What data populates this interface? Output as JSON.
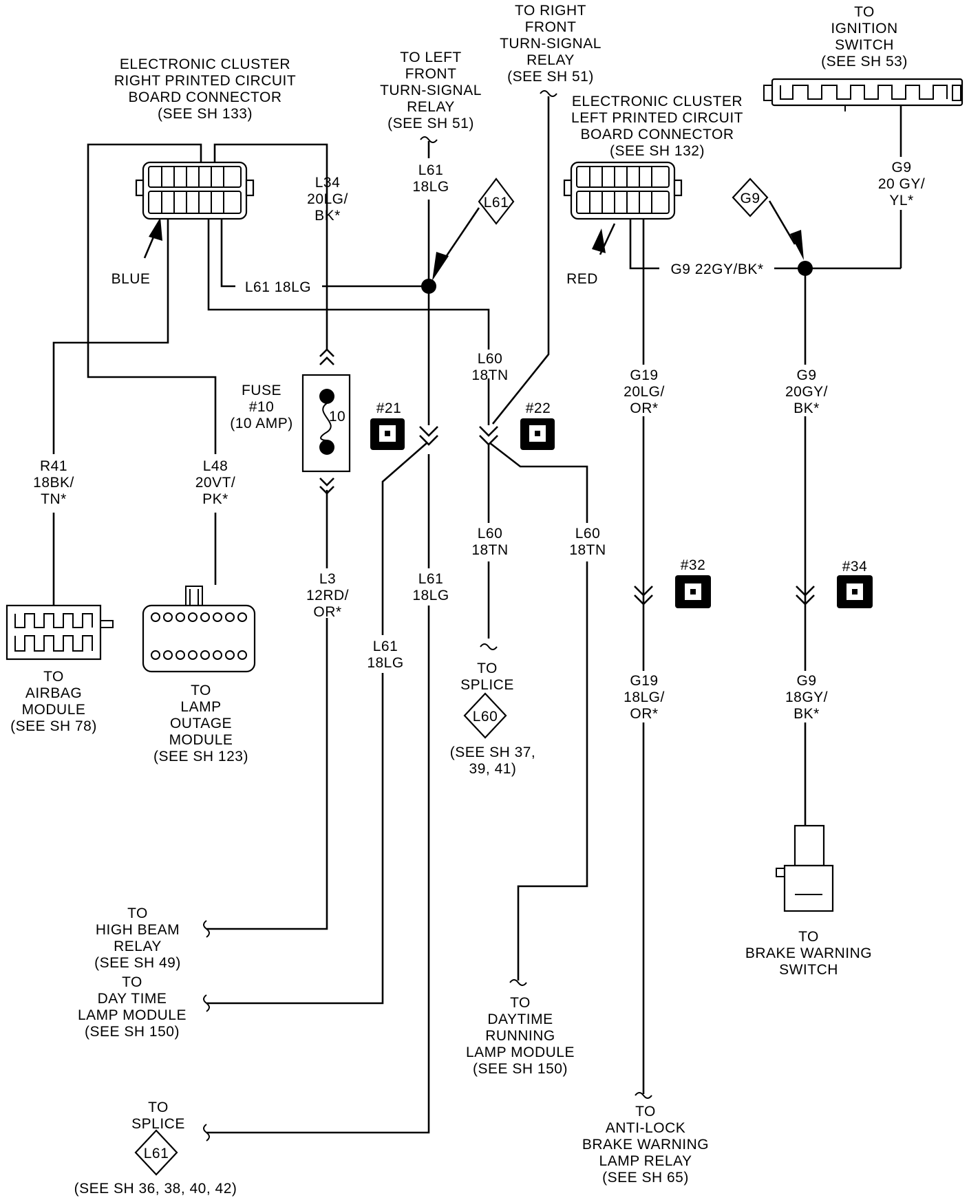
{
  "connectors": {
    "right_pcb": [
      "ELECTRONIC CLUSTER",
      "RIGHT PRINTED CIRCUIT",
      "BOARD CONNECTOR",
      "(SEE SH 133)"
    ],
    "right_pcb_color": "BLUE",
    "left_pcb": [
      "ELECTRONIC CLUSTER",
      "LEFT PRINTED CIRCUIT",
      "BOARD CONNECTOR",
      "(SEE SH 132)"
    ],
    "left_pcb_color": "RED",
    "ignition_switch": [
      "TO",
      "IGNITION",
      "SWITCH",
      "(SEE SH 53)"
    ],
    "left_turn_relay": [
      "TO LEFT",
      "FRONT",
      "TURN-SIGNAL",
      "RELAY",
      "(SEE SH 51)"
    ],
    "right_turn_relay": [
      "TO RIGHT",
      "FRONT",
      "TURN-SIGNAL",
      "RELAY",
      "(SEE SH 51)"
    ]
  },
  "wires": {
    "l34": [
      "L34",
      "20LG/",
      "BK*"
    ],
    "l61_top": [
      "L61",
      "18LG"
    ],
    "g9_top": [
      "G9",
      "20 GY/",
      "YL*"
    ],
    "l61_horizontal": "L61 18LG",
    "g9_horizontal": "G9 22GY/BK*",
    "l60_top": [
      "L60",
      "18TN"
    ],
    "g19_top": [
      "G19",
      "20LG/",
      "OR*"
    ],
    "g9_mid": [
      "G9",
      "20GY/",
      "BK*"
    ],
    "r41": [
      "R41",
      "18BK/",
      "TN*"
    ],
    "l48": [
      "L48",
      "20VT/",
      "PK*"
    ],
    "l3": [
      "L3",
      "12RD/",
      "OR*"
    ],
    "l61_left": [
      "L61",
      "18LG"
    ],
    "l61_right": [
      "L61",
      "18LG"
    ],
    "l60_mid": [
      "L60",
      "18TN"
    ],
    "l60_right": [
      "L60",
      "18TN"
    ],
    "g19_bottom": [
      "G19",
      "18LG/",
      "OR*"
    ],
    "g9_bottom": [
      "G9",
      "18GY/",
      "BK*"
    ]
  },
  "fuse": {
    "label": [
      "FUSE",
      "#10",
      "(10 AMP)"
    ],
    "rating": "10"
  },
  "splice_flags": {
    "l61_top": "L61",
    "g9_top": "G9",
    "l60": "L60",
    "l61_bottom": "L61"
  },
  "connector_ids": {
    "c21": "#21",
    "c22": "#22",
    "c32": "#32",
    "c34": "#34"
  },
  "destinations": {
    "airbag": [
      "TO",
      "AIRBAG",
      "MODULE",
      "(SEE SH 78)"
    ],
    "lamp_outage": [
      "TO",
      "LAMP",
      "OUTAGE",
      "MODULE",
      "(SEE SH 123)"
    ],
    "splice_l60": [
      "TO",
      "SPLICE"
    ],
    "splice_l60_see": [
      "(SEE SH 37,",
      "39, 41)"
    ],
    "high_beam": [
      "TO",
      "HIGH BEAM",
      "RELAY",
      "(SEE SH 49)"
    ],
    "day_time": [
      "TO",
      "DAY TIME",
      "LAMP MODULE",
      "(SEE SH 150)"
    ],
    "splice_l61": [
      "TO",
      "SPLICE"
    ],
    "splice_l61_see": "(SEE SH 36, 38, 40, 42)",
    "drl": [
      "TO",
      "DAYTIME",
      "RUNNING",
      "LAMP MODULE",
      "(SEE SH 150)"
    ],
    "antilock": [
      "TO",
      "ANTI-LOCK",
      "BRAKE WARNING",
      "LAMP RELAY",
      "(SEE SH 65)"
    ],
    "brake_warning": [
      "TO",
      "BRAKE WARNING",
      "SWITCH"
    ]
  }
}
